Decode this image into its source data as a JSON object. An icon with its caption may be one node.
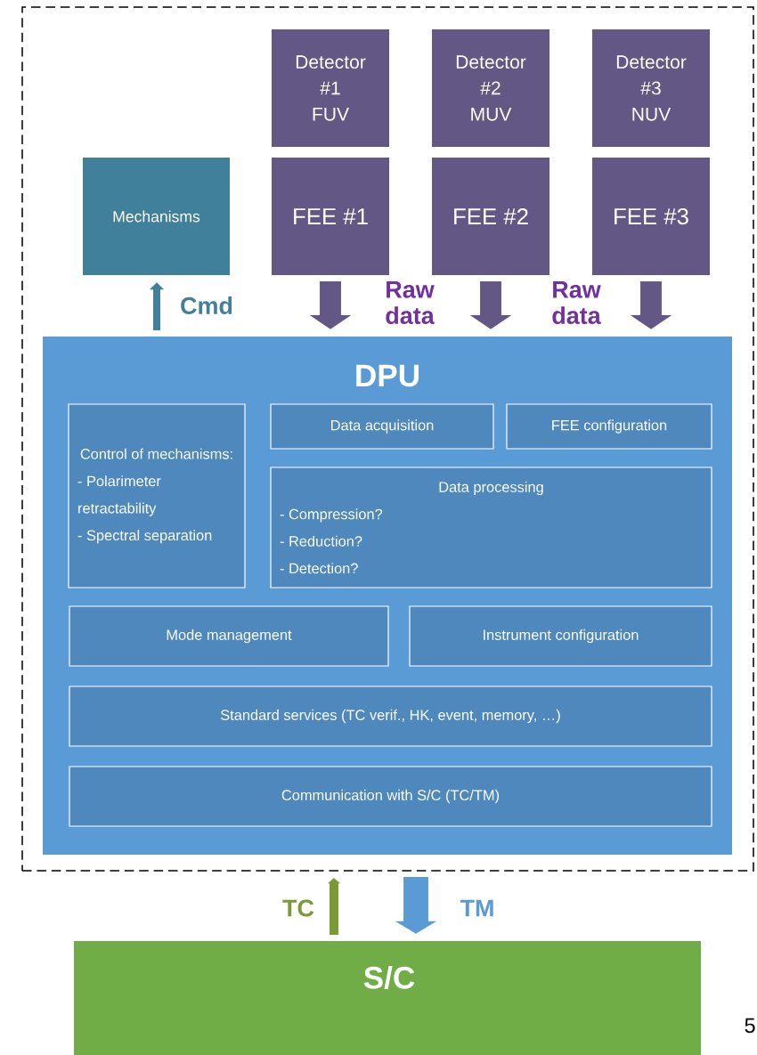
{
  "diagram": {
    "nodes": [
      {
        "text": [],
        "shape": "box"
      },
      {
        "text": [
          "Detector #1 FUV"
        ],
        "in": 0
      },
      {
        "text": [
          "Detector #2 MUV"
        ],
        "in": 0
      },
      {
        "text": [
          "Detector #3 NUV"
        ],
        "in": 0
      },
      {
        "text": [
          "Mechanisms"
        ],
        "in": 0
      },
      {
        "text": [
          "FEE #1"
        ],
        "in": 0
      },
      {
        "text": [
          "FEE #2"
        ],
        "in": 0
      },
      {
        "text": [
          "FEE #3"
        ],
        "in": 0
      },
      {
        "text": [
          "DPU"
        ],
        "in": 0
      },
      {
        "text": [
          "Control of mechanisms:",
          "- Polarimeter retractability",
          "- Spectral separation"
        ],
        "in": 8
      },
      {
        "text": [
          "Data acquisition"
        ],
        "in": 8
      },
      {
        "text": [
          "FEE configuration"
        ],
        "in": 8
      },
      {
        "text": [
          "Data processing",
          "- Compression?",
          "- Reduction?",
          "- Detection?"
        ],
        "in": 8
      },
      {
        "text": [
          "Mode management"
        ],
        "in": 8
      },
      {
        "text": [
          "Instrument configuration"
        ],
        "in": 8
      },
      {
        "text": [
          "Standard services (TC verif., HK, event, memory, …)"
        ],
        "in": 8
      },
      {
        "text": [
          "Communication with S/C (TC/TM)"
        ],
        "in": 8
      },
      {
        "text": [
          "S/C"
        ]
      }
    ],
    "edges": [
      {
        "from": 8,
        "to": 4,
        "arrow": "to",
        "label": "Cmd",
        "color": "#41809b"
      },
      {
        "from": 5,
        "to": 8,
        "arrow": "to",
        "label": "Raw data",
        "color": "#635785"
      },
      {
        "from": 6,
        "to": 8,
        "arrow": "to",
        "label": "Raw data",
        "color": "#635785"
      },
      {
        "from": 7,
        "to": 8,
        "arrow": "to",
        "color": "#635785"
      },
      {
        "from": 17,
        "to": 0,
        "arrow": "to",
        "label": "TC",
        "color": "#7a9a36"
      },
      {
        "from": 0,
        "to": 17,
        "arrow": "to",
        "label": "TM",
        "color": "#5b9bd5"
      }
    ],
    "labels": [
      "5"
    ]
  }
}
